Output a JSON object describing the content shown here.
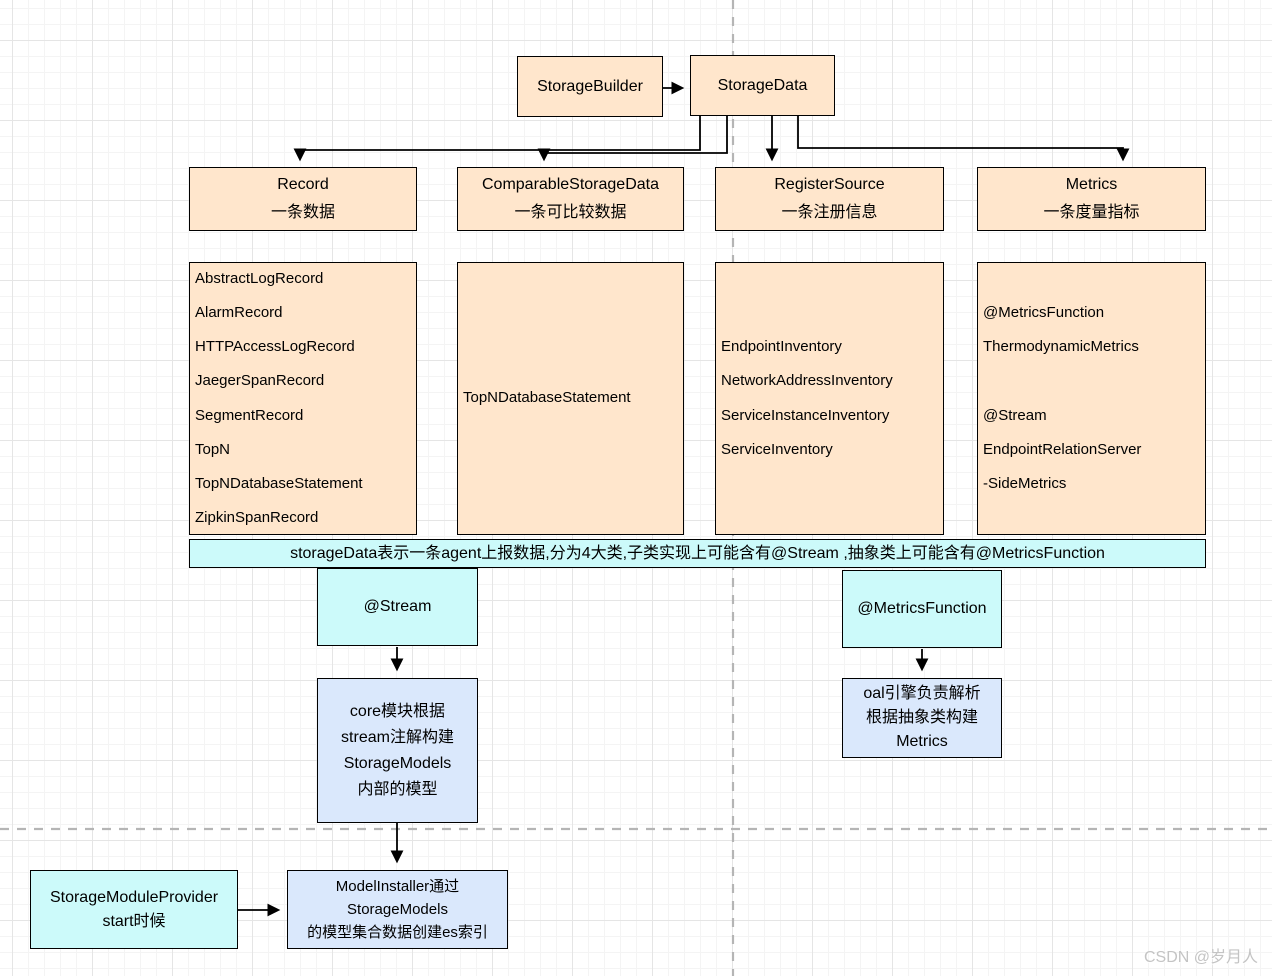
{
  "top": {
    "storage_builder_label": "StorageBuilder",
    "storage_data_label": "StorageData"
  },
  "columns": [
    {
      "name": "Record",
      "subtitle": "一条数据",
      "items": [
        "AbstractLogRecord",
        "AlarmRecord",
        "HTTPAccessLogRecord",
        "JaegerSpanRecord",
        "SegmentRecord",
        "TopN",
        "TopNDatabaseStatement",
        "ZipkinSpanRecord"
      ]
    },
    {
      "name": "ComparableStorageData",
      "subtitle": "一条可比较数据",
      "items": [
        "TopNDatabaseStatement"
      ]
    },
    {
      "name": "RegisterSource",
      "subtitle": "一条注册信息",
      "items": [
        "EndpointInventory",
        "NetworkAddressInventory",
        "ServiceInstanceInventory",
        "ServiceInventory"
      ]
    },
    {
      "name": "Metrics",
      "subtitle": "一条度量指标",
      "items": [
        "@MetricsFunction",
        "ThermodynamicMetrics",
        "",
        "@Stream",
        "EndpointRelationServer",
        "-SideMetrics"
      ]
    }
  ],
  "banner": "storageData表示一条agent上报数据,分为4大类,子类实现上可能含有@Stream ,抽象类上可能含有@MetricsFunction",
  "flows": {
    "stream": {
      "label": "@Stream",
      "desc": "core模块根据\nstream注解构建\nStorageModels\n内部的模型"
    },
    "metrics_function": {
      "label": "@MetricsFunction",
      "desc": "oal引擎负责解析\n根据抽象类构建\nMetrics"
    },
    "provider": {
      "label": "StorageModuleProvider\nstart时候",
      "desc": "ModelInstaller通过\nStorageModels\n的模型集合数据创建es索引"
    }
  },
  "watermark": "CSDN @岁月人",
  "colors": {
    "class_fill": "#ffe6cc",
    "annotation_fill": "#ccfafa",
    "process_fill": "#dae8fc",
    "border": "#000000",
    "page_divider": "#b5b5b5"
  }
}
